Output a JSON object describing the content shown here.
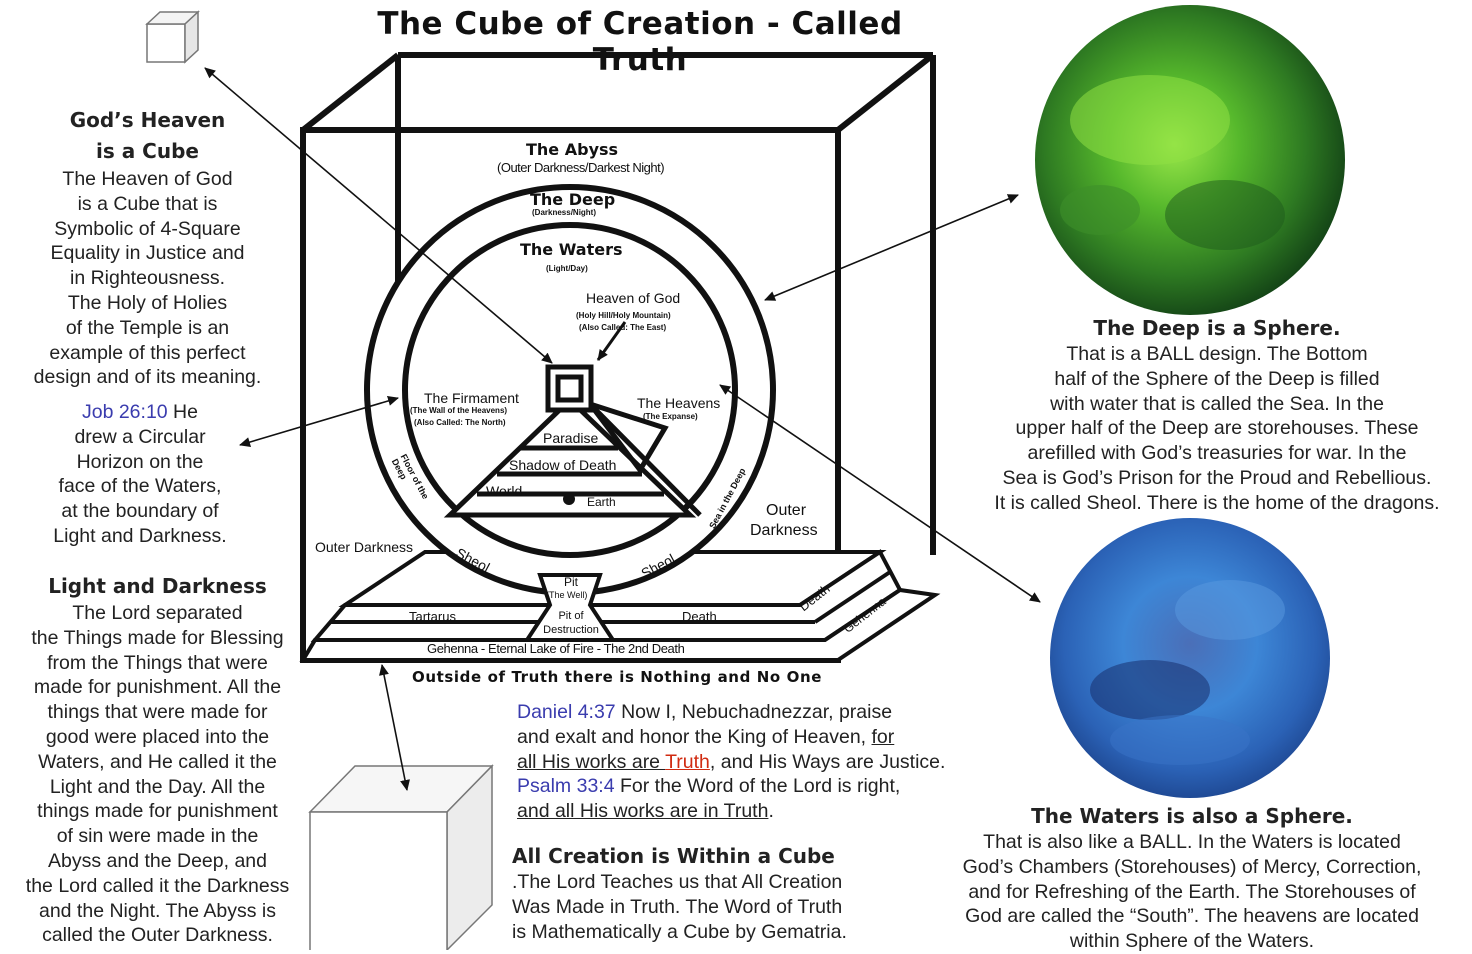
{
  "title": "The Cube of Creation - Called Truth",
  "left_top": {
    "heading": [
      "God’s Heaven",
      "is a Cube"
    ],
    "lines": [
      "The Heaven of God",
      "is a Cube that is",
      "Symbolic of 4-Square",
      "Equality in Justice and",
      "in Righteousness.",
      "The Holy of Holies",
      "of the Temple is an",
      "example of this perfect",
      "design and of its meaning."
    ]
  },
  "left_job": {
    "ref": "Job 26:10",
    "first": " He",
    "lines": [
      "drew a Circular",
      "Horizon on the",
      "face of the Waters,",
      "at the boundary of",
      "Light and Darkness."
    ]
  },
  "left_bottom": {
    "heading": "Light and Darkness",
    "lines": [
      "The Lord separated",
      "the Things made for Blessing",
      "from the Things that were",
      "made for punishment.  All the",
      "things that were made for",
      "good were placed into the",
      "Waters, and He called it the",
      "Light and the Day.  All the",
      "things made for punishment",
      "of sin were made in the",
      "Abyss and the Deep, and",
      "the Lord called it the Darkness",
      "and the Night.  The Abyss is",
      "called the Outer Darkness."
    ]
  },
  "diagram": {
    "abyss": "The Abyss",
    "abyss_sub": "(Outer Darkness/Darkest Night)",
    "deep": "The Deep",
    "deep_sub": "(Darkness/Night)",
    "waters": "The Waters",
    "waters_sub": "(Light/Day)",
    "heaven_of_god": "Heaven of God",
    "heaven_sub1": "(Holy Hill/Holy Mountain)",
    "heaven_sub2": "(Also Called: The East)",
    "firmament": "The Firmament",
    "firmament_sub1": "(The Wall of the Heavens)",
    "firmament_sub2": "(Also Called: The North)",
    "heavens": "The Heavens",
    "heavens_sub": "(The Expanse)",
    "paradise": "Paradise",
    "shadow": "Shadow of Death",
    "world": "World",
    "earth": "Earth",
    "pit": "Pit",
    "pit_sub": "(The Well)",
    "pit_destruction": "Pit of Destruction",
    "sheol_left": "Sheol",
    "sheol_right": "Sheol",
    "floor_left": "Floor of the Deep",
    "sea_right": "Sea in the Deep",
    "outer_darkness_left": "Outer Darkness",
    "outer_darkness_right": [
      "Outer",
      "Darkness"
    ],
    "tartarus": "Tartarus",
    "death": "Death",
    "death_side": "Death",
    "gehenna_side": "Gehenna",
    "gehenna_bottom": "Gehenna - Eternal Lake of Fire - The 2nd Death",
    "outside": "Outside of Truth there is Nothing and No One"
  },
  "center_quote": {
    "daniel_ref": "Daniel 4:37",
    "daniel_a": " Now I, Nebuchadnezzar, praise",
    "daniel_b1": "and exalt and honor the King of Heaven, ",
    "daniel_b2": "for",
    "daniel_c1": "all His works are ",
    "daniel_c_truth": "Truth",
    "daniel_c2": ", and His Ways are Justice.",
    "psalm_ref": "Psalm 33:4",
    "psalm_a": " For the Word of the Lord is right,",
    "psalm_b": "and all His works are in Truth",
    "psalm_b_end": "."
  },
  "center_bottom": {
    "heading": "All Creation is Within a Cube",
    "lines": [
      ".The Lord Teaches us that All Creation",
      "Was Made in Truth.  The Word of Truth",
      "is Mathematically  a Cube by Gematria."
    ]
  },
  "right_top": {
    "heading": "The Deep is a Sphere.",
    "lines": [
      "That is a BALL design. The Bottom",
      "half of the Sphere of the Deep is filled",
      "with water that is called the Sea. In the",
      "upper half of the Deep are storehouses. These",
      "arefilled with God’s treasuries for war. In the",
      "Sea is God’s Prison for the Proud and Rebellious.",
      "It is called Sheol. There is the home of the dragons."
    ]
  },
  "right_bottom": {
    "heading": "The Waters is also a Sphere.",
    "lines": [
      "That is also like a BALL. In the Waters is located",
      "God’s Chambers (Storehouses) of Mercy, Correction,",
      "and for Refreshing of the Earth.  The Storehouses of",
      "God are called the “South”.  The heavens are located",
      "within Sphere of the Waters."
    ]
  },
  "colors": {
    "reference_blue": "#3a3cae",
    "truth_red": "#d02a10",
    "deep_sphere": "#4fb22a",
    "waters_sphere": "#3f7fd0"
  }
}
